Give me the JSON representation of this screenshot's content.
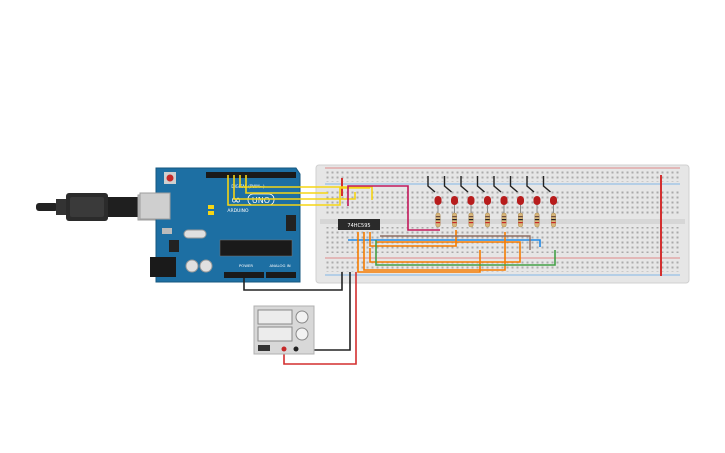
{
  "arduino": {
    "brand_logo": "∞",
    "model_label": "UNO",
    "board_name": "ARDUINO",
    "digital_label": "DIGITAL (PWM~)",
    "power_label": "POWER",
    "analog_label": "ANALOG IN",
    "icon": "arduino-uno-board"
  },
  "chip": {
    "label": "74HC595",
    "icon": "shift-register-ic"
  },
  "power_supply": {
    "icon": "dc-power-supply"
  },
  "usb": {
    "icon": "usb-cable-plug"
  },
  "leds": {
    "count": 8,
    "color": "#b71c1c"
  },
  "colors": {
    "board": "#1d6fa3",
    "breadboard": "#e6e6e6",
    "rail_red": "#d32f2f",
    "wire_yellow": "#f5d515",
    "wire_magenta": "#c2185b",
    "wire_orange": "#f57c00",
    "wire_green": "#43a047",
    "wire_blue": "#1e88e5",
    "wire_black": "#222222",
    "wire_red": "#d32f2f"
  }
}
